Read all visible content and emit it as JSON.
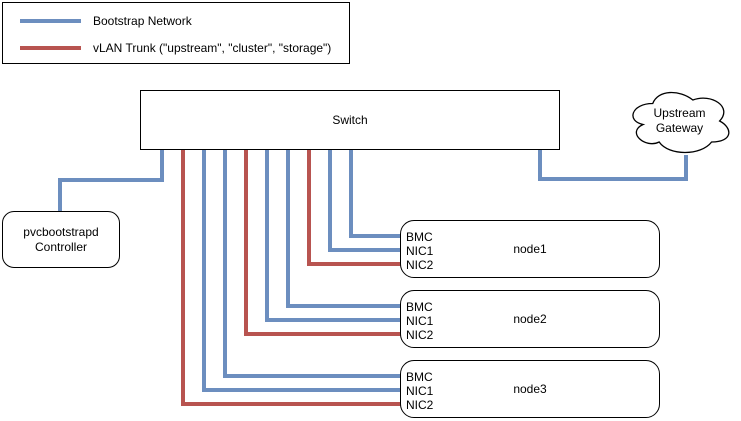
{
  "colors": {
    "bootstrap_network": "#6c8ebf",
    "vlan_trunk": "#b85450",
    "box_border": "#000000",
    "text": "#000000",
    "background": "#ffffff"
  },
  "legend": {
    "items": [
      {
        "id": "bootstrap-network",
        "label": "Bootstrap Network"
      },
      {
        "id": "vlan-trunk",
        "label": "vLAN Trunk (\"upstream\", \"cluster\", \"storage\")"
      }
    ]
  },
  "switch": {
    "label": "Switch"
  },
  "gateway": {
    "label_line1": "Upstream",
    "label_line2": "Gateway"
  },
  "controller": {
    "label_line1": "pvcbootstrapd",
    "label_line2": "Controller"
  },
  "nodes": [
    {
      "title": "node1",
      "ports": [
        "BMC",
        "NIC1",
        "NIC2"
      ]
    },
    {
      "title": "node2",
      "ports": [
        "BMC",
        "NIC1",
        "NIC2"
      ]
    },
    {
      "title": "node3",
      "ports": [
        "BMC",
        "NIC1",
        "NIC2"
      ]
    }
  ]
}
